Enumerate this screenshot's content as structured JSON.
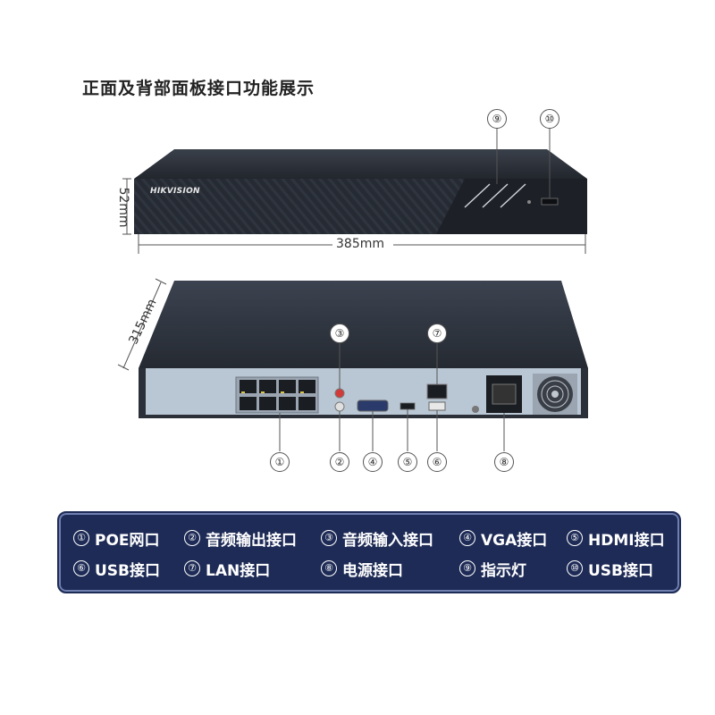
{
  "title": "正面及背部面板接口功能展示",
  "brand": "HIKVISION",
  "dimensions": {
    "height": "52mm",
    "width": "385mm",
    "depth": "315mm"
  },
  "callouts": {
    "c1": "①",
    "c2": "②",
    "c3": "③",
    "c4": "④",
    "c5": "⑤",
    "c6": "⑥",
    "c7": "⑦",
    "c8": "⑧",
    "c9": "⑨",
    "c10": "⑩"
  },
  "legend": [
    {
      "num": "①",
      "label": "POE网口"
    },
    {
      "num": "②",
      "label": "音频输出接口"
    },
    {
      "num": "③",
      "label": "音频输入接口"
    },
    {
      "num": "④",
      "label": "VGA接口"
    },
    {
      "num": "⑤",
      "label": "HDMI接口"
    },
    {
      "num": "⑥",
      "label": "USB接口"
    },
    {
      "num": "⑦",
      "label": "LAN接口"
    },
    {
      "num": "⑧",
      "label": "电源接口"
    },
    {
      "num": "⑨",
      "label": "指示灯"
    },
    {
      "num": "⑩",
      "label": "USB接口"
    }
  ],
  "colors": {
    "device_body": "#2a2f38",
    "rear_panel": "#b9c6d3",
    "legend_bg": "#1e2b56",
    "audio_out": "#e0e0e0",
    "audio_in": "#d23a3a"
  }
}
